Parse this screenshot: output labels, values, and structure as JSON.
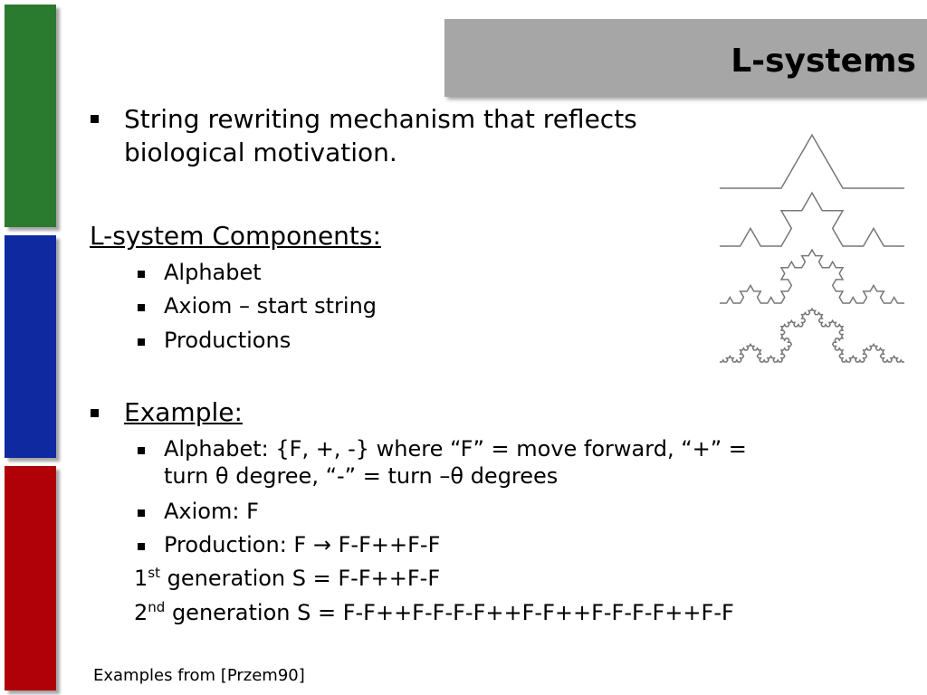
{
  "slide": {
    "title": "L-systems",
    "bullet1_line1": "String rewriting mechanism that reflects",
    "bullet1_line2": "biological  motivation.",
    "components_heading": "L-system Components:",
    "components": [
      "Alphabet",
      "Axiom – start string",
      "Productions"
    ],
    "example_heading": "Example:",
    "example_alphabet_line1": "Alphabet: {F, +, -} where “F” = move forward, “+” =",
    "example_alphabet_line2": "turn θ degree, “-” = turn –θ degrees",
    "example_axiom": "Axiom: F",
    "example_production_prefix": "Production: F",
    "example_production_arrow": "→",
    "example_production_suffix": "F-F++F-F",
    "gen1_prefix": "1",
    "gen1_sup": "st",
    "gen1_text": " generation S = F-F++F-F",
    "gen2_prefix": "2",
    "gen2_sup": "nd",
    "gen2_text": " generation S = F-F++F-F-F-F++F-F++F-F-F-F++F-F",
    "footer": "Examples from [Przem90]"
  },
  "colors": {
    "green_bar": "#2a7a30",
    "blue_bar": "#0f2aa0",
    "red_bar": "#b00008",
    "title_box": "#a6a6a6"
  }
}
